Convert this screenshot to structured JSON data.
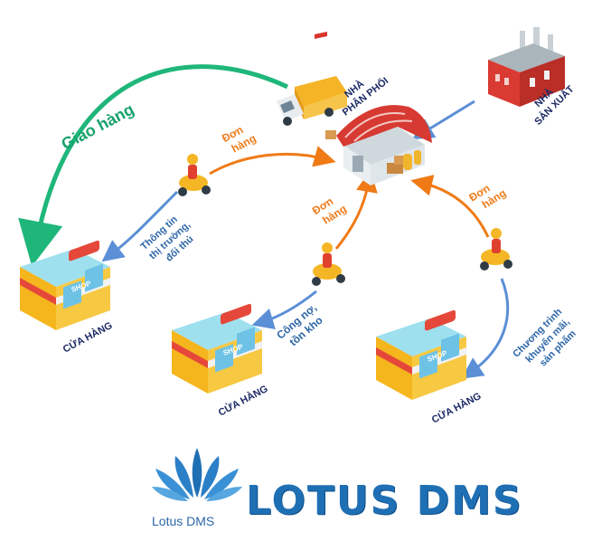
{
  "colors": {
    "green_flow": "#1fb67a",
    "orange_flow": "#f07a16",
    "blue_flow": "#5b8fd6",
    "brand_blue": "#1f6fb4",
    "label_blue": "#2d66a8",
    "green_label": "#16a36a",
    "orange_label": "#ee7c1b"
  },
  "nodes": {
    "distributor_line1": "NHÀ",
    "distributor_line2": "PHÂN PHỐI",
    "manufacturer_line1": "NHÀ",
    "manufacturer_line2": "SẢN XUẤT",
    "store_left": "CỬA HÀNG",
    "store_middle": "CỬA HÀNG",
    "store_right": "CỬA HÀNG",
    "shop_sign": "SHOP"
  },
  "edges": {
    "delivery": "Giao hàng",
    "order_top_l1": "Đơn",
    "order_top_l2": "hàng",
    "order_mid_l1": "Đơn",
    "order_mid_l2": "hàng",
    "order_right_l1": "Đơn",
    "order_right_l2": "hàng",
    "market_l1": "Thông tin",
    "market_l2": "thị trường,",
    "market_l3": "đối thủ",
    "debt_l1": "Công nợ,",
    "debt_l2": "tồn kho",
    "promo_l1": "Chương trình",
    "promo_l2": "khuyến mãi,",
    "promo_l3": "sản phẩm"
  },
  "brand": {
    "title": "LOTUS DMS",
    "logo_caption": "Lotus DMS"
  },
  "icons": [
    "truck-icon",
    "warehouse-icon",
    "factory-icon",
    "scooter-rider-icon",
    "shop-icon",
    "lotus-logo-icon"
  ]
}
